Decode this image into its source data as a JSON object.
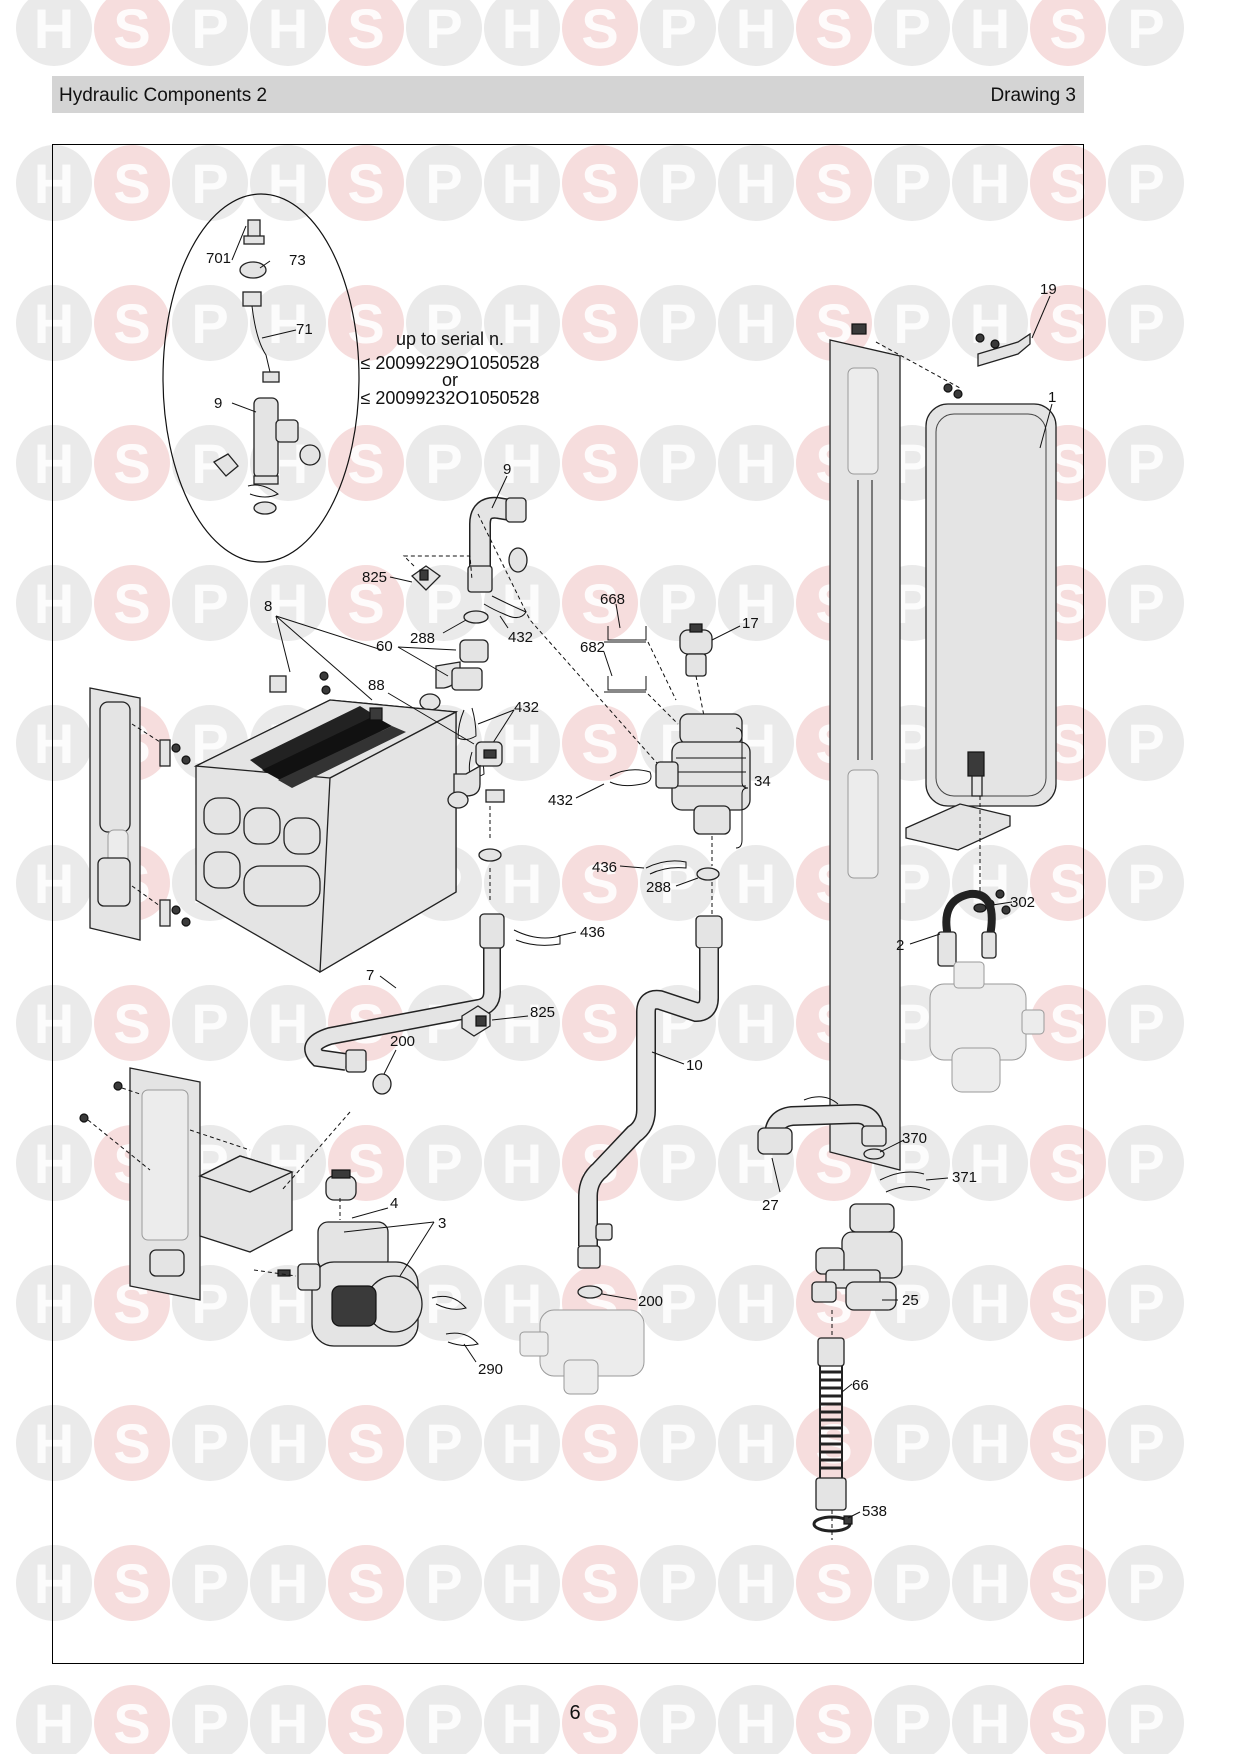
{
  "header": {
    "title": "Hydraulic Components 2",
    "drawing": "Drawing 3"
  },
  "inset_note": {
    "line1": "up to serial n.",
    "line2": "≤ 20099229O1050528",
    "line3": "or",
    "line4": "≤ 20099232O1050528"
  },
  "callouts": {
    "c701": "701",
    "c73": "73",
    "c71": "71",
    "c9_inset": "9",
    "c19": "19",
    "c1": "1",
    "c9": "9",
    "c825_top": "825",
    "c8": "8",
    "c288_top": "288",
    "c432_top": "432",
    "c60": "60",
    "c668": "668",
    "c17": "17",
    "c682": "682",
    "c88": "88",
    "c432_mid": "432",
    "c34": "34",
    "c432_left": "432",
    "c436_mid": "436",
    "c288_mid": "288",
    "c302": "302",
    "c2": "2",
    "c436_low": "436",
    "c7": "7",
    "c825_low": "825",
    "c200_left": "200",
    "c10": "10",
    "c370": "370",
    "c371": "371",
    "c27": "27",
    "c4": "4",
    "c3": "3",
    "c200_low": "200",
    "c25": "25",
    "c290": "290",
    "c66": "66",
    "c538": "538"
  },
  "watermark": {
    "letters": [
      "H",
      "S",
      "P"
    ],
    "color_h": "#c9c9c9",
    "color_s": "#e8a6a6"
  },
  "page_number": "6"
}
